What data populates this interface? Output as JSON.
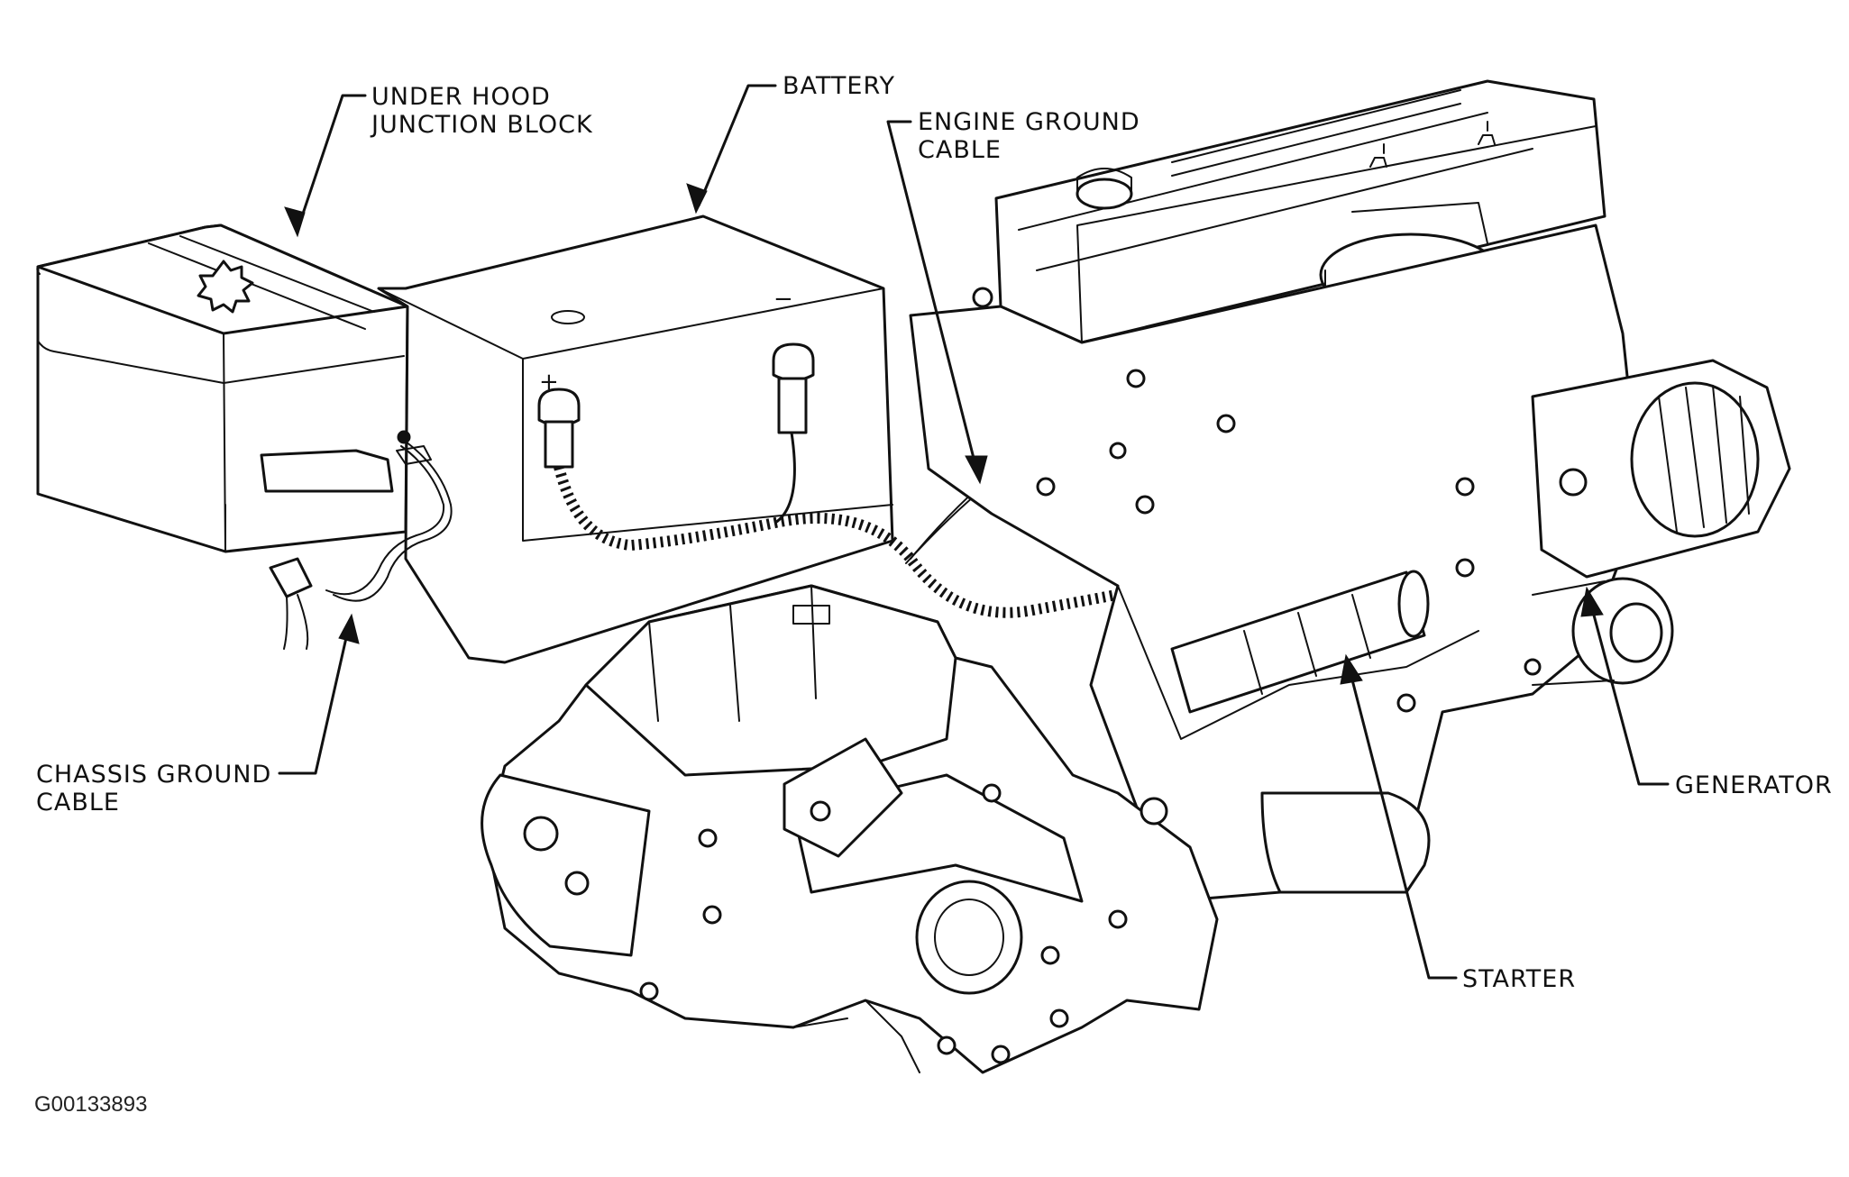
{
  "diagram": {
    "labels": {
      "junction_block": [
        "UNDER HOOD",
        "JUNCTION BLOCK"
      ],
      "battery": "BATTERY",
      "engine_ground": [
        "ENGINE GROUND",
        "CABLE"
      ],
      "chassis_ground": [
        "CHASSIS GROUND",
        "CABLE"
      ],
      "generator": "GENERATOR",
      "starter": "STARTER"
    },
    "terminal_marks": {
      "positive": "+",
      "negative": "−"
    },
    "figure_id": "G00133893"
  }
}
